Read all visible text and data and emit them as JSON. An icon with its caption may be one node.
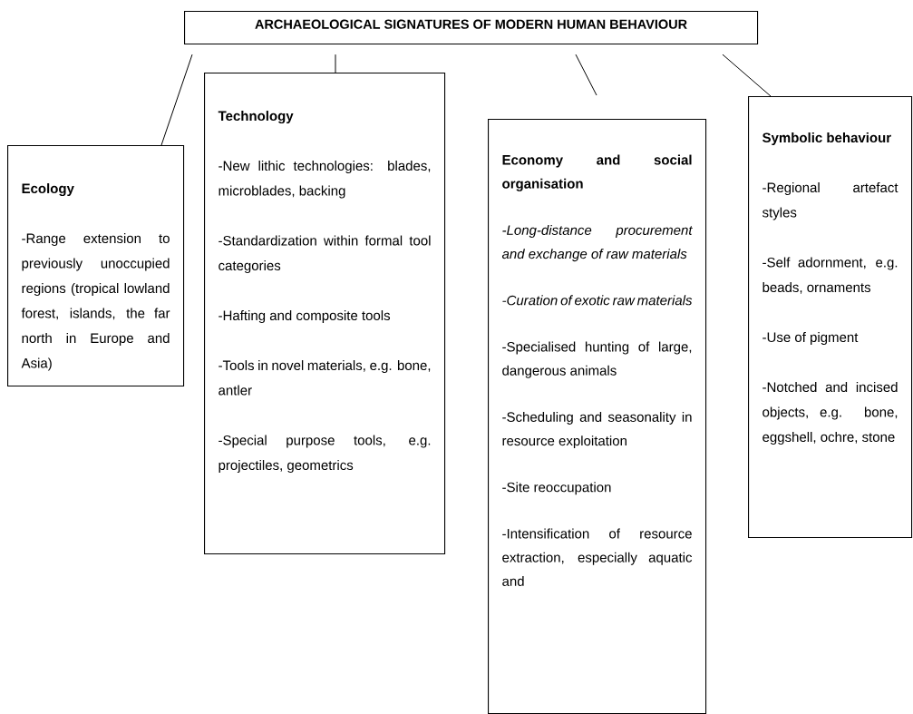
{
  "diagram": {
    "nodes": [
      {
        "text": [
          "ARCHAEOLOGICAL SIGNATURES OF MODERN HUMAN BEHAVIOUR"
        ]
      },
      {
        "text": [
          "Ecology",
          "-Range extension to previously unoccupied regions (tropical lowland forest, islands, the far north in Europe and Asia)"
        ]
      },
      {
        "text": [
          "Technology",
          "-New lithic technologies: blades, microblades, backing",
          "-Standardization within formal tool categories",
          "-Hafting and composite tools",
          "-Tools in novel materials, e.g. bone, antler",
          "-Special purpose tools, e.g. projectiles, geometrics"
        ]
      },
      {
        "text": [
          "Economy and social organisation",
          "-Long-distance procurement and exchange of raw materials",
          "-Curation of exotic raw materials",
          "-Specialised hunting of large, dangerous animals",
          "-Scheduling and seasonality in resource exploitation",
          "-Site reoccupation",
          "-Intensification of resource extraction, especially aquatic and"
        ]
      },
      {
        "text": [
          "Symbolic behaviour",
          "-Regional artefact styles",
          "-Self adornment, e.g. beads, ornaments",
          "-Use of pigment",
          "-Notched and incised objects, e.g. bone, eggshell, ochre, stone"
        ]
      }
    ],
    "edges": [
      {
        "from": 0,
        "to": 1,
        "arrow": "none"
      },
      {
        "from": 0,
        "to": 2,
        "arrow": "none"
      },
      {
        "from": 0,
        "to": 3,
        "arrow": "none"
      },
      {
        "from": 0,
        "to": 4,
        "arrow": "none"
      }
    ]
  }
}
